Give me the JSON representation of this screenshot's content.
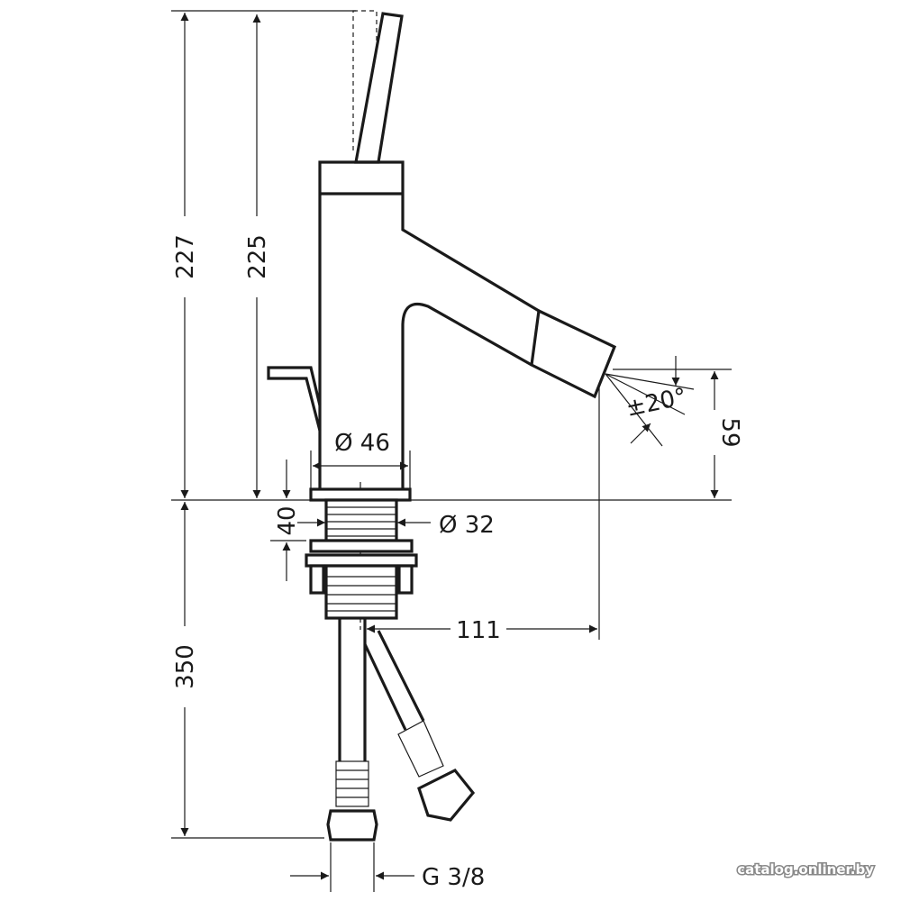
{
  "drawing": {
    "title": "Bidet mixer dimension drawing",
    "dimensions": {
      "total_height": "227",
      "body_height": "225",
      "hose_length": "350",
      "mount_depth": "40",
      "base_diameter": "Ø 46",
      "shank_diameter": "Ø 32",
      "spout_reach": "111",
      "spout_height": "59",
      "spray_angle": "±20°",
      "connection_thread": "G 3/8"
    }
  },
  "watermark": "catalog.onliner.by",
  "colors": {
    "line": "#1a1a1a",
    "background": "#ffffff"
  }
}
